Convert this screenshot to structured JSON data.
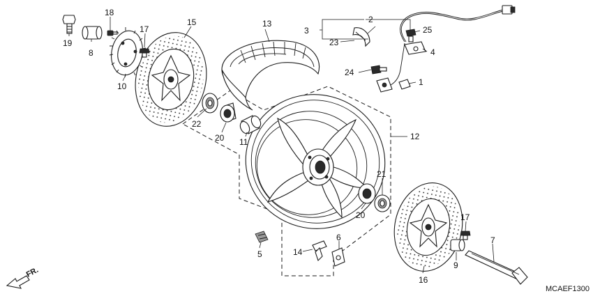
{
  "diagram": {
    "code": "MCAEF1300",
    "direction_label": "FR.",
    "callouts": [
      {
        "id": "c1",
        "label": "1"
      },
      {
        "id": "c2",
        "label": "2"
      },
      {
        "id": "c3",
        "label": "3"
      },
      {
        "id": "c4",
        "label": "4"
      },
      {
        "id": "c5",
        "label": "5"
      },
      {
        "id": "c6",
        "label": "6"
      },
      {
        "id": "c7",
        "label": "7"
      },
      {
        "id": "c8",
        "label": "8"
      },
      {
        "id": "c9",
        "label": "9"
      },
      {
        "id": "c10",
        "label": "10"
      },
      {
        "id": "c11",
        "label": "11"
      },
      {
        "id": "c12",
        "label": "12"
      },
      {
        "id": "c13",
        "label": "13"
      },
      {
        "id": "c14",
        "label": "14"
      },
      {
        "id": "c15",
        "label": "15"
      },
      {
        "id": "c16",
        "label": "16"
      },
      {
        "id": "c17a",
        "label": "17"
      },
      {
        "id": "c17b",
        "label": "17"
      },
      {
        "id": "c18",
        "label": "18"
      },
      {
        "id": "c19",
        "label": "19"
      },
      {
        "id": "c20a",
        "label": "20"
      },
      {
        "id": "c20b",
        "label": "20"
      },
      {
        "id": "c21",
        "label": "21"
      },
      {
        "id": "c22",
        "label": "22"
      },
      {
        "id": "c23",
        "label": "23"
      },
      {
        "id": "c24",
        "label": "24"
      },
      {
        "id": "c25",
        "label": "25"
      }
    ]
  }
}
